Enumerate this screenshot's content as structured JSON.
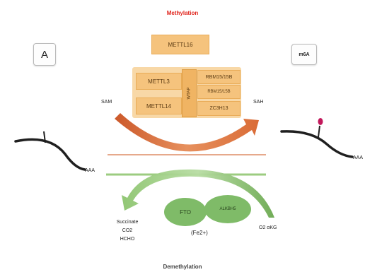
{
  "titles": {
    "top": "Methylation",
    "bottom": "Demethylation"
  },
  "labels": {
    "panel": "A",
    "modification": "m6A"
  },
  "writers": {
    "top": "METTL16",
    "left": [
      "METTL3",
      "METTL14"
    ],
    "center": "WTAP",
    "right": [
      "RBM15/15B",
      "RBM15/15B",
      "ZC3H13"
    ]
  },
  "substrates": {
    "left": "SAM",
    "right": "SAH"
  },
  "rna": {
    "left_tail": "AAA",
    "right_tail": "AAA"
  },
  "erasers": {
    "first": "FTO",
    "second": "ALKBH5",
    "cofactor": "(Fe2+)"
  },
  "products": {
    "lines": [
      "Succinate",
      "CO2",
      "HCHO"
    ],
    "input": "O2 αKG"
  },
  "colors": {
    "writer_fill": "#f5c37d",
    "methylation_arrow": "#d8642c",
    "demethylation_arrow": "#8cc46e",
    "modification_dot": "#c2185b",
    "title_red": "#e0231b"
  }
}
